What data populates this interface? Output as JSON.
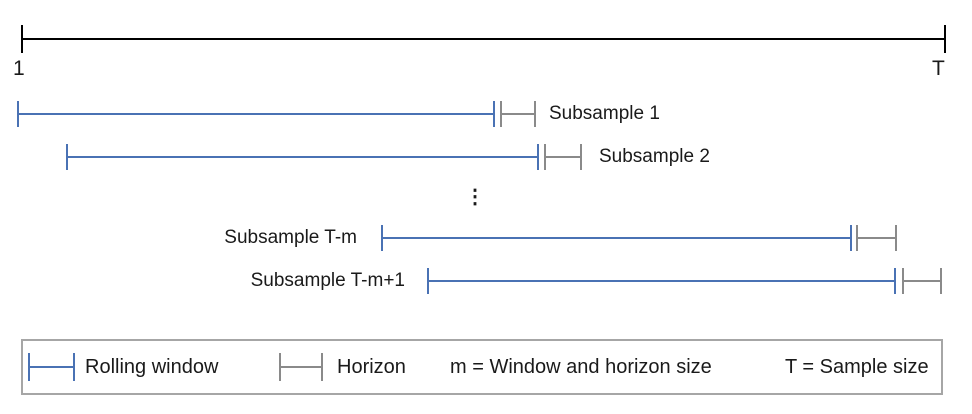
{
  "timeline": {
    "start_label": "1",
    "end_label": "T"
  },
  "rows": [
    {
      "label": "Subsample 1",
      "label_side": "right"
    },
    {
      "label": "Subsample 2",
      "label_side": "right"
    },
    {
      "label": "Subsample T-m",
      "label_side": "left"
    },
    {
      "label": "Subsample T-m+1",
      "label_side": "left"
    }
  ],
  "ellipsis": "⋮",
  "legend": {
    "rolling_window_label": "Rolling window",
    "horizon_label": "Horizon",
    "m_definition": "m = Window and horizon size",
    "t_definition": "T = Sample size"
  },
  "colors": {
    "window": "#4a72b4",
    "horizon": "#8a8a8a",
    "timeline": "#000000",
    "legend_border": "#a6a6a6",
    "text": "#1a1a1a"
  }
}
